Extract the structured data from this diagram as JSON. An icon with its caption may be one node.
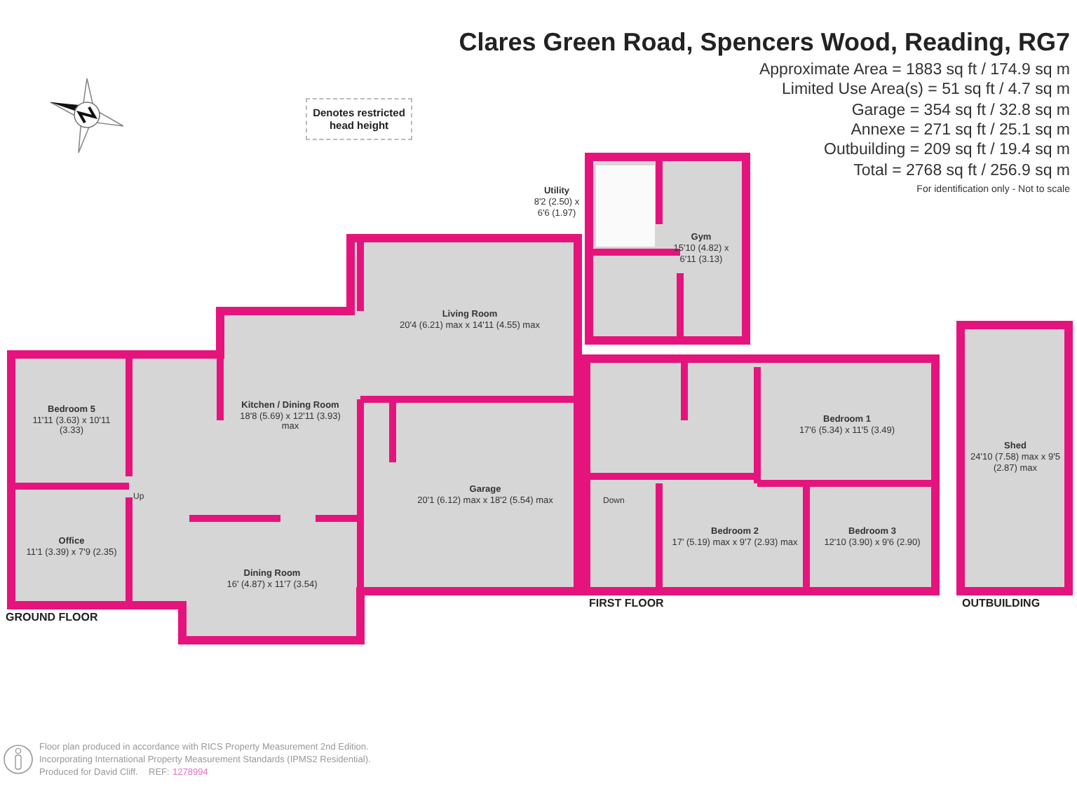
{
  "diagram": {
    "title": "Clares Green Road, Spencers Wood, Reading, RG7",
    "nodes": [
      {
        "text": [
          "Bedroom 5",
          "11'11 (3.63) x 10'11 (3.33)"
        ]
      },
      {
        "text": [
          "Office",
          "11'1 (3.39) x 7'9 (2.35)"
        ]
      },
      {
        "text": [
          "Kitchen / Dining Room",
          "18'8 (5.69) x 12'11 (3.93) max"
        ]
      },
      {
        "text": [
          "Dining Room",
          "16' (4.87) x 11'7 (3.54)"
        ]
      },
      {
        "text": [
          "Living Room",
          "20'4 (6.21) max x 14'11 (4.55) max"
        ]
      },
      {
        "text": [
          "Garage",
          "20'1 (6.12) max x 18'2 (5.54) max"
        ]
      },
      {
        "text": [
          "Utility",
          "8'2 (2.50) x 6'6 (1.97)"
        ]
      },
      {
        "text": [
          "Gym",
          "15'10 (4.82) x 6'11 (3.13)"
        ]
      },
      {
        "text": [
          "Bedroom 1",
          "17'6 (5.34) x 11'5 (3.49)"
        ]
      },
      {
        "text": [
          "Bedroom 2",
          "17' (5.19) max x 9'7 (2.93) max"
        ]
      },
      {
        "text": [
          "Bedroom 3",
          "12'10 (3.90) x 9'6 (2.90)"
        ]
      },
      {
        "text": [
          "Shed",
          "24'10 (7.58) max x 9'5 (2.87) max"
        ]
      }
    ],
    "labels": [
      "Approximate Area = 1883 sq ft / 174.9 sq m",
      "Limited Use Area(s) = 51 sq ft / 4.7 sq m",
      "Garage = 354 sq ft / 32.8 sq m",
      "Annexe = 271 sq ft / 25.1 sq m",
      "Outbuilding = 209 sq ft / 19.4 sq m",
      "Total = 2768 sq ft / 256.9 sq m",
      "For identification only - Not to scale",
      "Up",
      "GROUND FLOOR",
      "Down",
      "FIRST FLOOR",
      "OUTBUILDING",
      "Floor plan produced in accordance with RICS Property Measurement 2nd Edition.",
      "Incorporating International Property Measurement Standards (IPMS2 Residential).",
      "Produced for David Cliff.",
      "REF:",
      "1278994"
    ],
    "legend": [
      {
        "text": "Denotes restricted head height"
      }
    ]
  }
}
